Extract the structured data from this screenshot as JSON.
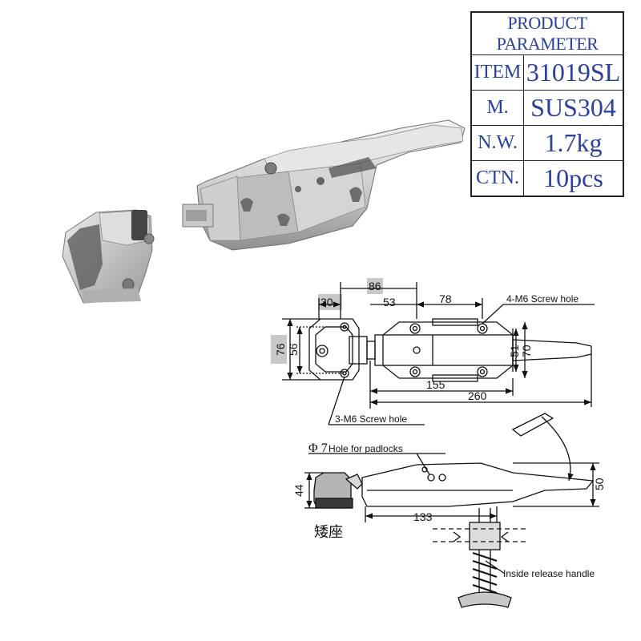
{
  "spec_table": {
    "title": "PRODUCT PARAMETER",
    "rows": [
      {
        "key": "ITEM",
        "value": "31019SL"
      },
      {
        "key": "M.",
        "value": "SUS304"
      },
      {
        "key": "N.W.",
        "value": "1.7kg"
      },
      {
        "key": "CTN.",
        "value": "10pcs"
      }
    ]
  },
  "drawing": {
    "dimensions": {
      "d86": "86",
      "d30": "30",
      "d53": "53",
      "d78": "78",
      "d76": "76",
      "d56": "56",
      "d51": "51",
      "d70": "70",
      "d155": "155",
      "d260": "260",
      "d44": "44",
      "d50": "50",
      "d133": "133"
    },
    "labels": {
      "screw_4": "4-M6 Screw hole",
      "screw_3": "3-M6 Screw hole",
      "padlock_symbol": "Φ 7",
      "padlock_text": "Hole for padlocks",
      "base_cn": "矮座",
      "release": "Inside release handle"
    }
  },
  "colors": {
    "table_text": "#2a3f9e",
    "metal_light": "#e4e4e4",
    "metal_dark": "#8c8c8c",
    "dim_highlight": "#c8c8c8"
  }
}
